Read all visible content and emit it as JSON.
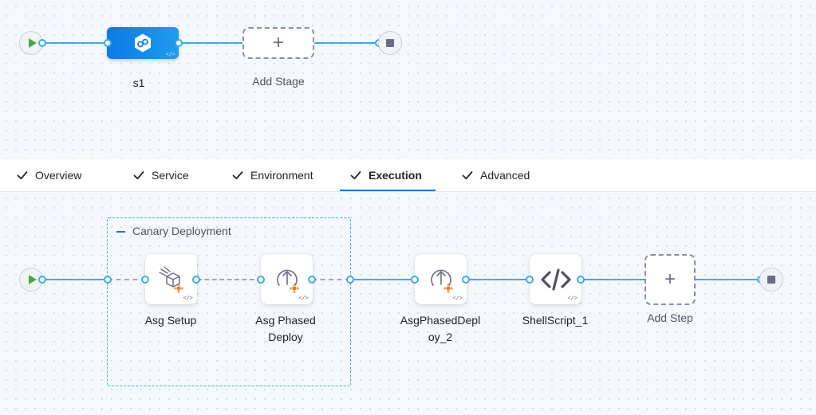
{
  "pipeline": {
    "stages": [
      {
        "name": "s1",
        "icon": "deploy-stage-icon"
      }
    ],
    "add_stage_label": "Add Stage",
    "start_icon": "play-icon",
    "end_icon": "stop-icon"
  },
  "tabs": [
    {
      "label": "Overview",
      "completed": true,
      "active": false
    },
    {
      "label": "Service",
      "completed": true,
      "active": false
    },
    {
      "label": "Environment",
      "completed": true,
      "active": false
    },
    {
      "label": "Execution",
      "completed": true,
      "active": true
    },
    {
      "label": "Advanced",
      "completed": true,
      "active": false
    }
  ],
  "execution": {
    "group": {
      "title": "Canary Deployment"
    },
    "steps": [
      {
        "name": "Asg Setup",
        "icon": "asg-setup-icon"
      },
      {
        "name": "Asg Phased Deploy",
        "line1": "Asg Phased",
        "line2": "Deploy",
        "icon": "asg-phased-deploy-icon"
      },
      {
        "name": "AsgPhasedDeploy_2",
        "line1": "AsgPhasedDepl",
        "line2": "oy_2",
        "icon": "asg-phased-deploy-icon"
      },
      {
        "name": "ShellScript_1",
        "icon": "code-icon"
      }
    ],
    "add_step_label": "Add Step"
  },
  "colors": {
    "accent": "#0278d5",
    "connector": "#3dabe6",
    "stage_gradient": [
      "#0a7be6",
      "#1f9cf0"
    ],
    "start": "#42ab45",
    "asg_orange": "#ef7b1f"
  }
}
